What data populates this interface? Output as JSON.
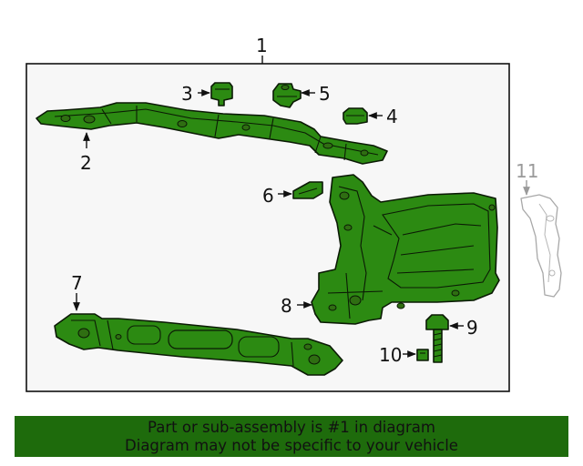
{
  "diagram": {
    "callouts": {
      "c1": "1",
      "c2": "2",
      "c3": "3",
      "c4": "4",
      "c5": "5",
      "c6": "6",
      "c7": "7",
      "c8": "8",
      "c9": "9",
      "c10": "10",
      "c11": "11"
    },
    "colors": {
      "part_fill": "#2c8a12",
      "part_stroke": "#0b1a05",
      "panel_background": "#f7f7f7",
      "panel_border": "#111111",
      "ghost_part": "#a8a8a8"
    }
  },
  "banner": {
    "line1": "Part or sub-assembly is #1 in diagram",
    "line2": "Diagram may not be specific to your vehicle",
    "background": "#1e6b0c"
  }
}
